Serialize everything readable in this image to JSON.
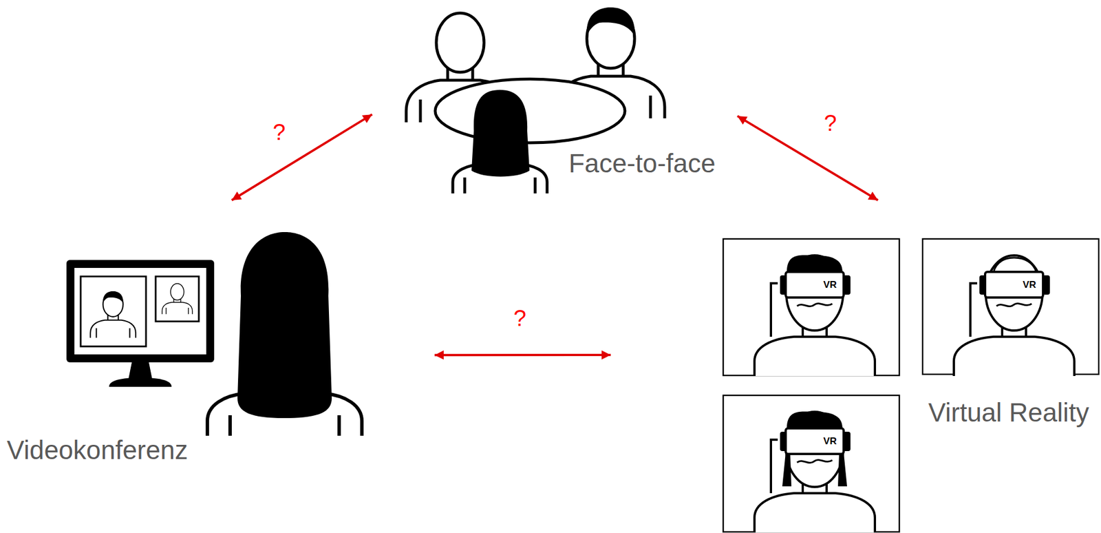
{
  "diagram": {
    "nodes": [
      {
        "text": [
          "Face-to-face"
        ]
      },
      {
        "text": [
          "Videokonferenz"
        ]
      },
      {
        "text": [
          "Virtual Reality"
        ]
      }
    ],
    "edges": [
      {
        "from": 0,
        "to": 1,
        "arrow": "both",
        "label": "?"
      },
      {
        "from": 0,
        "to": 2,
        "arrow": "both",
        "label": "?"
      },
      {
        "from": 1,
        "to": 2,
        "arrow": "both",
        "label": "?"
      }
    ],
    "labels": [
      "VR",
      "VR",
      "VR"
    ]
  }
}
